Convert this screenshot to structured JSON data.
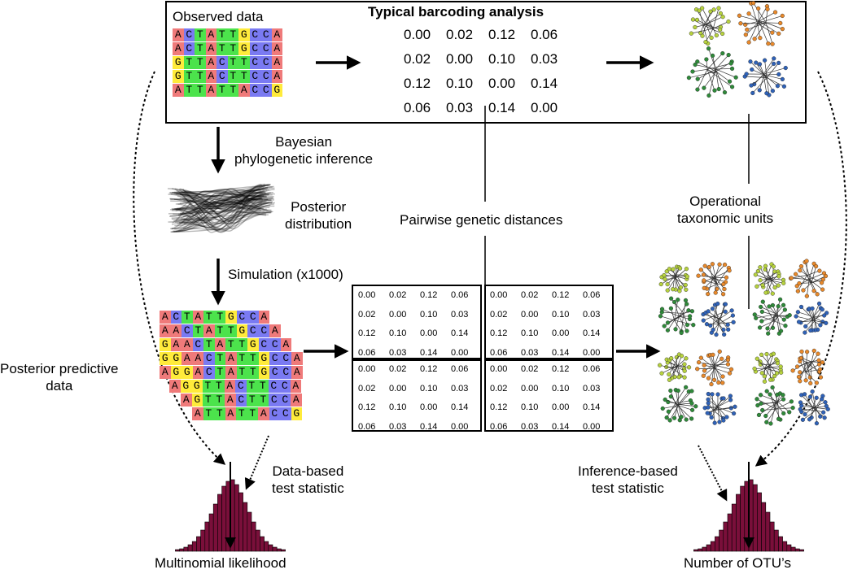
{
  "colors": {
    "A": "#ef7a7a",
    "C": "#7a7af2",
    "G": "#ffeb3b",
    "T": "#4ce34c",
    "histogram": "#7a0f3a",
    "tree_yellowgreen": "#b7d23f",
    "tree_orange": "#e8892b",
    "tree_green": "#2f8a3a",
    "tree_blue": "#2f62b8"
  },
  "top_box": {
    "observed_label": "Observed data",
    "title": "Typical barcoding analysis",
    "sequences": [
      "ACTATTGCCA",
      "ACTATTGCCA",
      "GTTACTTCCA",
      "GTTACTTCCA",
      "ATTATTACCG"
    ],
    "matrix": [
      [
        "0.00",
        "0.02",
        "0.12",
        "0.06"
      ],
      [
        "0.02",
        "0.00",
        "0.10",
        "0.03"
      ],
      [
        "0.12",
        "0.10",
        "0.00",
        "0.14"
      ],
      [
        "0.06",
        "0.03",
        "0.14",
        "0.00"
      ]
    ]
  },
  "labels": {
    "bayesian": "Bayesian\nphylogenetic inference",
    "posterior": "Posterior\ndistribution",
    "pairwise": "Pairwise genetic distances",
    "otu": "Operational\ntaxonomic units",
    "simulation": "Simulation (x1000)",
    "ppd": "Posterior predictive\ndata",
    "data_stat": "Data-based\ntest statistic",
    "inf_stat": "Inference-based\ntest statistic",
    "multinomial": "Multinomial likelihood",
    "num_otu": "Number of OTU’s"
  },
  "sim_sequences": [
    "ACTATTGCCA",
    "AACTATTGCCA",
    "GAACTATTGCCA",
    "GGAACTATTGCCA",
    "AGGACTATTGCCA",
    "AGGTTACTTCCA",
    "AGTTACTTCCA",
    "ATTATTACCG"
  ],
  "small_matrix": [
    [
      "0.00",
      "0.02",
      "0.12",
      "0.06"
    ],
    [
      "0.02",
      "0.00",
      "0.10",
      "0.03"
    ],
    [
      "0.12",
      "0.10",
      "0.00",
      "0.14"
    ],
    [
      "0.06",
      "0.03",
      "0.14",
      "0.00"
    ]
  ]
}
